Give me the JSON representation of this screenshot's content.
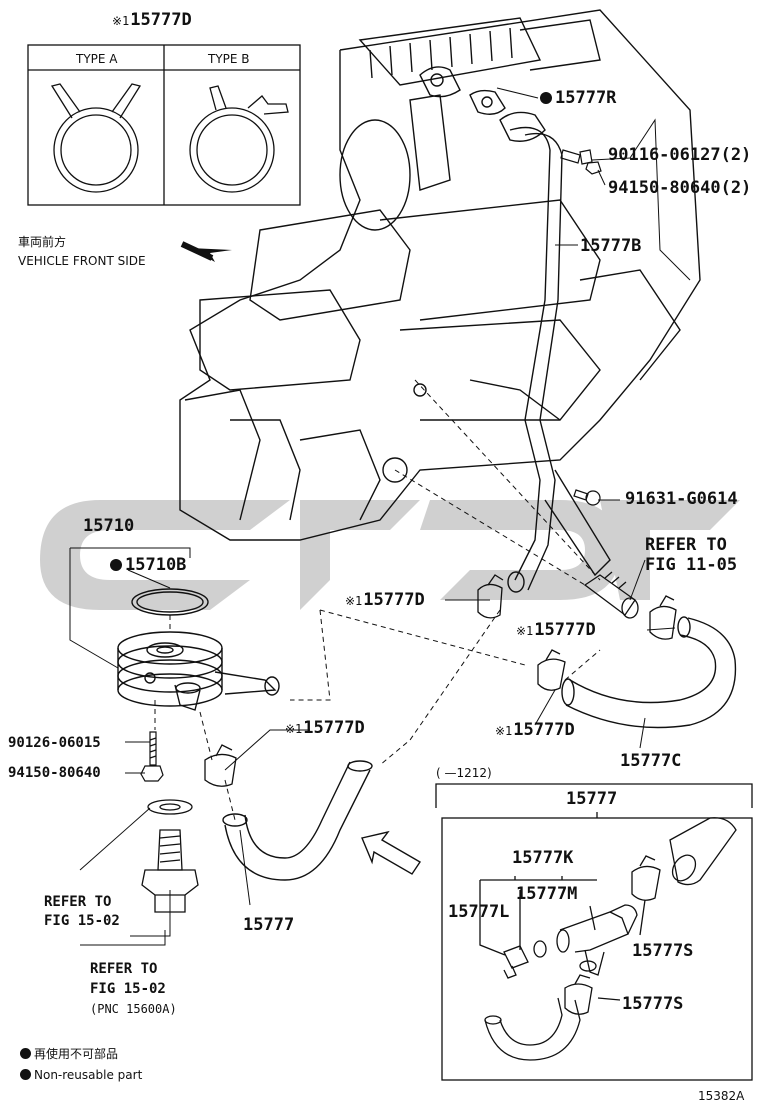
{
  "callouts": {
    "p15777D_top": "15777D",
    "p15777R": "15777R",
    "p90116": "90116-06127(2)",
    "p94150_top": "94150-80640(2)",
    "p15777B": "15777B",
    "p91631": "91631-G0614",
    "refer_1105_a": "REFER TO",
    "refer_1105_b": "FIG 11-05",
    "p15710": "15710",
    "p15710B": "15710B",
    "p15777D_mid": "15777D",
    "p15777D_right": "15777D",
    "p15777D_right2": "15777D",
    "p15777D_left": "15777D",
    "p15777C": "15777C",
    "p90126": "90126-06015",
    "p94150_low": "94150-80640",
    "refer_1502_a": "REFER TO",
    "refer_1502_b": "FIG 15-02",
    "refer_1502_c": "REFER TO",
    "refer_1502_d": "FIG 15-02",
    "refer_1502_pnc": "(PNC 15600A)",
    "p15777_main": "15777",
    "p15777_box": "15777",
    "box_range": "( —1212)",
    "p15777K": "15777K",
    "p15777M": "15777M",
    "p15777L": "15777L",
    "p15777S_a": "15777S",
    "p15777S_b": "15777S"
  },
  "type_box": {
    "type_a": "TYPE A",
    "type_b": "TYPE B"
  },
  "markers": {
    "ref_mark": "※1"
  },
  "direction": {
    "jp": "車両前方",
    "en": "VEHICLE FRONT SIDE"
  },
  "legend": {
    "jp": "再使用不可部品",
    "en": "Non-reusable part"
  },
  "figure_id": "15382A",
  "colors": {
    "line": "#111111",
    "watermark": "#c8c8c8",
    "background": "#ffffff"
  }
}
